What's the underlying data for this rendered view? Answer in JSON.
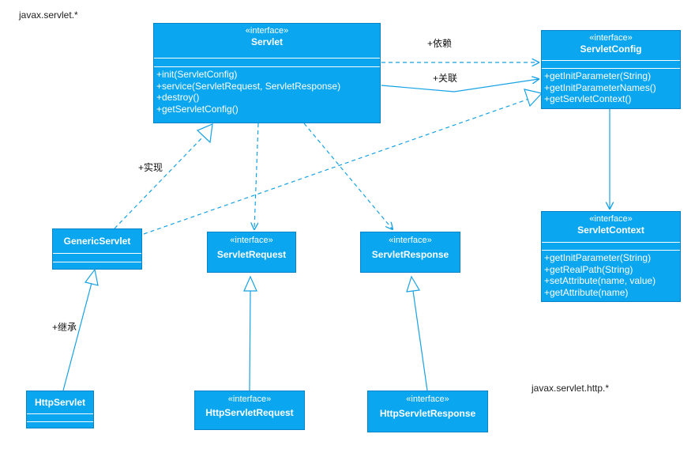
{
  "packages": {
    "servlet": "javax.servlet.*",
    "http": "javax.servlet.http.*"
  },
  "labels": {
    "depend": "+依赖",
    "assoc": "+关联",
    "realize": "+实现",
    "inherit": "+继承"
  },
  "classes": {
    "servlet": {
      "stereotype": "«interface»",
      "name": "Servlet",
      "ops": [
        "+init(ServletConfig)",
        "+service(ServletRequest, ServletResponse)",
        "+destroy()",
        "+getServletConfig()"
      ]
    },
    "servletConfig": {
      "stereotype": "«interface»",
      "name": "ServletConfig",
      "ops": [
        "+getInitParameter(String)",
        "+getInitParameterNames()",
        "+getServletContext()"
      ]
    },
    "servletContext": {
      "stereotype": "«interface»",
      "name": "ServletContext",
      "ops": [
        "+getInitParameter(String)",
        "+getRealPath(String)",
        "+setAttribute(name, value)",
        "+getAttribute(name)"
      ]
    },
    "genericServlet": {
      "name": "GenericServlet"
    },
    "servletRequest": {
      "stereotype": "«interface»",
      "name": "ServletRequest"
    },
    "servletResponse": {
      "stereotype": "«interface»",
      "name": "ServletResponse"
    },
    "httpServlet": {
      "name": "HttpServlet"
    },
    "httpServletRequest": {
      "stereotype": "«interface»",
      "name": "HttpServletRequest"
    },
    "httpServletResponse": {
      "stereotype": "«interface»",
      "name": "HttpServletResponse"
    }
  },
  "colors": {
    "box": "#0aa6ef",
    "line": "#16a2e4",
    "text": "#ffffff"
  }
}
